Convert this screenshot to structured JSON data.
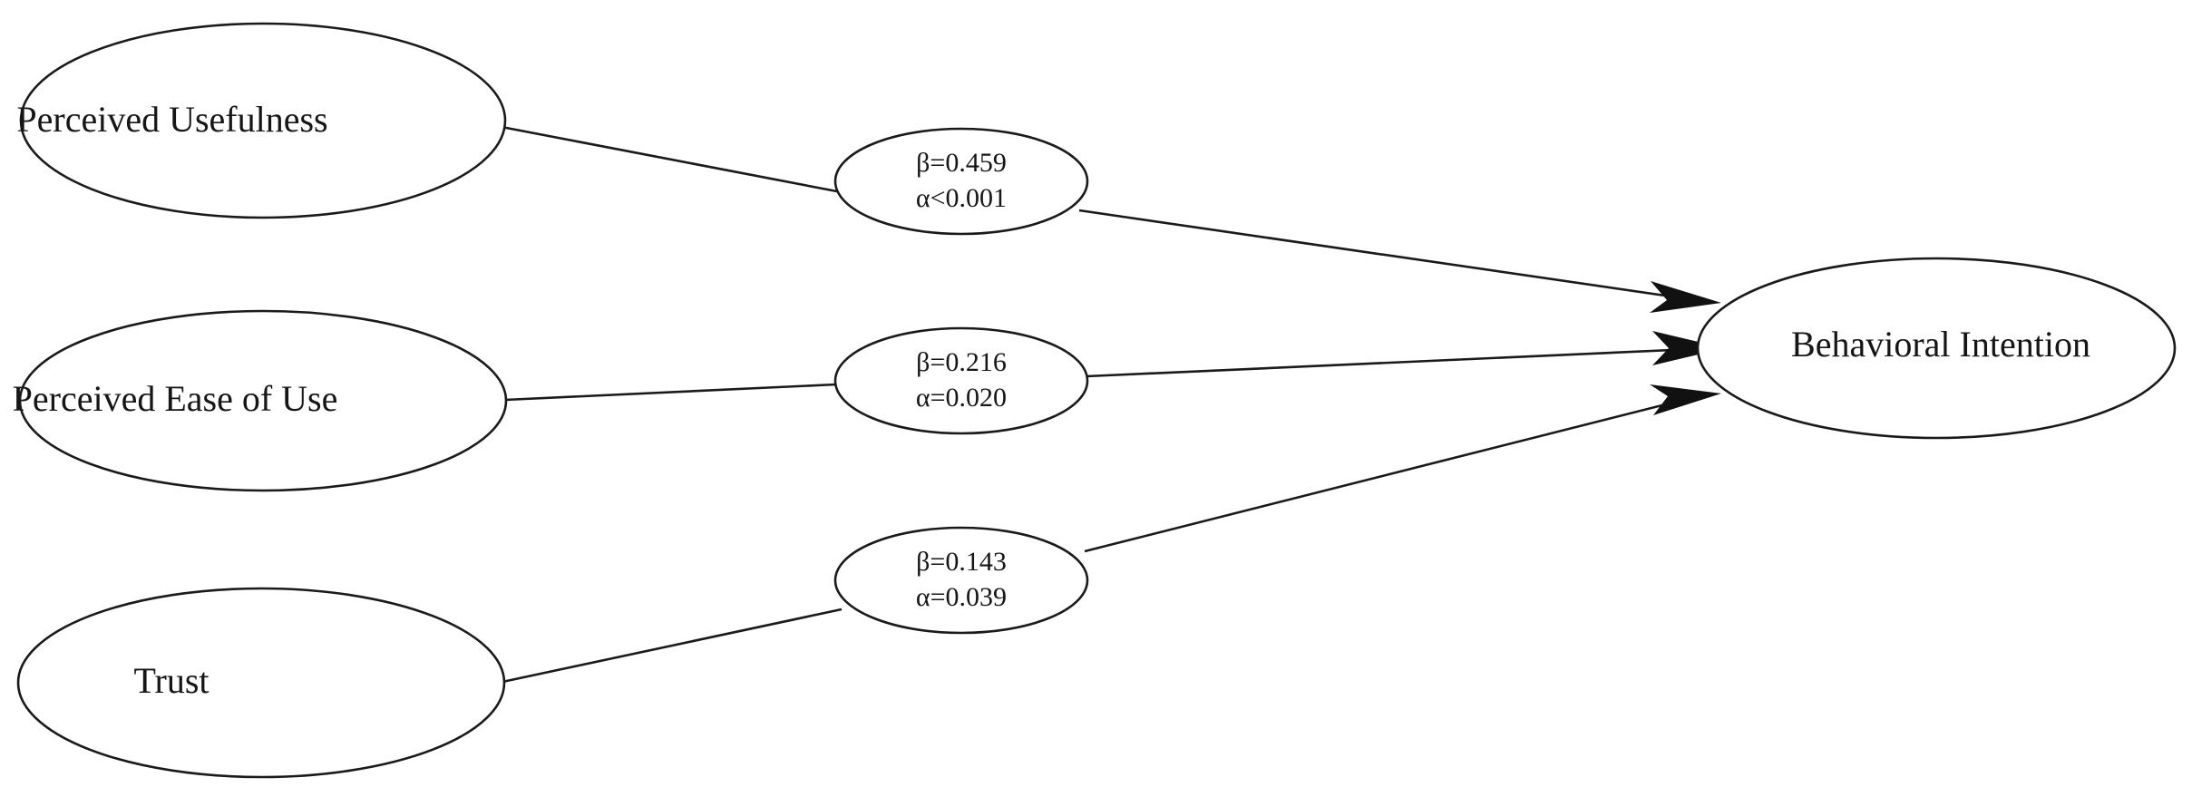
{
  "diagram": {
    "type": "path-model",
    "title": "",
    "background_color": "#ffffff",
    "line_color": "#1a1a1a",
    "text_color": "#161616",
    "exogenous_nodes": [
      {
        "id": "perceived-usefulness",
        "label": "Perceived Usefulness"
      },
      {
        "id": "perceived-ease-of-use",
        "label": "Perceived Ease of Use"
      },
      {
        "id": "trust",
        "label": "Trust"
      }
    ],
    "endogenous_nodes": [
      {
        "id": "behavioral-intention",
        "label": "Behavioral Intention"
      }
    ],
    "paths": [
      {
        "id": "pu-to-bi",
        "from": "perceived-usefulness",
        "to": "behavioral-intention",
        "beta": "β=0.459",
        "alpha": "α<0.001",
        "beta_value": 0.459,
        "alpha_value": 0.001,
        "alpha_operator": "<"
      },
      {
        "id": "peou-to-bi",
        "from": "perceived-ease-of-use",
        "to": "behavioral-intention",
        "beta": "β=0.216",
        "alpha": "α=0.020",
        "beta_value": 0.216,
        "alpha_value": 0.02,
        "alpha_operator": "="
      },
      {
        "id": "trust-to-bi",
        "from": "trust",
        "to": "behavioral-intention",
        "beta": "β=0.143",
        "alpha": "α=0.039",
        "beta_value": 0.143,
        "alpha_value": 0.039,
        "alpha_operator": "="
      }
    ]
  }
}
